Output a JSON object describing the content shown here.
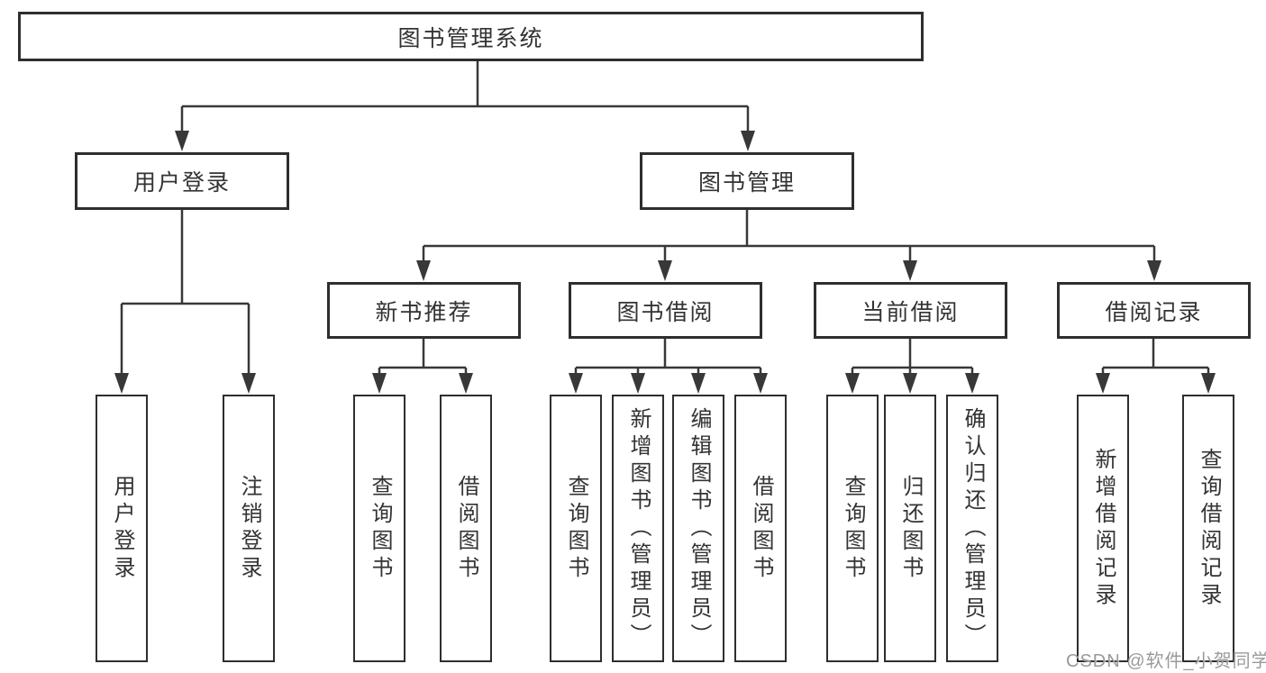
{
  "diagram": {
    "root": {
      "label": "图书管理系统"
    },
    "level2": {
      "user_login": {
        "label": "用户登录"
      },
      "book_management": {
        "label": "图书管理"
      }
    },
    "level3": {
      "new_book_recommend": {
        "label": "新书推荐"
      },
      "book_borrow": {
        "label": "图书借阅"
      },
      "current_borrow": {
        "label": "当前借阅"
      },
      "borrow_records": {
        "label": "借阅记录"
      }
    },
    "leaves": [
      {
        "label": "用户登录"
      },
      {
        "label": "注销登录"
      },
      {
        "label": "查询图书"
      },
      {
        "label": "借阅图书"
      },
      {
        "label": "查询图书"
      },
      {
        "label": "新增图书（管理员）"
      },
      {
        "label": "编辑图书（管理员）"
      },
      {
        "label": "借阅图书"
      },
      {
        "label": "查询图书"
      },
      {
        "label": "归还图书"
      },
      {
        "label": "确认归还（管理员）"
      },
      {
        "label": "新增借阅记录"
      },
      {
        "label": "查询借阅记录"
      }
    ]
  },
  "watermark": {
    "text": "CSDN @软件_小贺同学",
    "color": "#9a9a9a"
  },
  "colors": {
    "line": "#383838",
    "border": "#2e2e2e",
    "text": "#333333",
    "background": "#ffffff"
  }
}
